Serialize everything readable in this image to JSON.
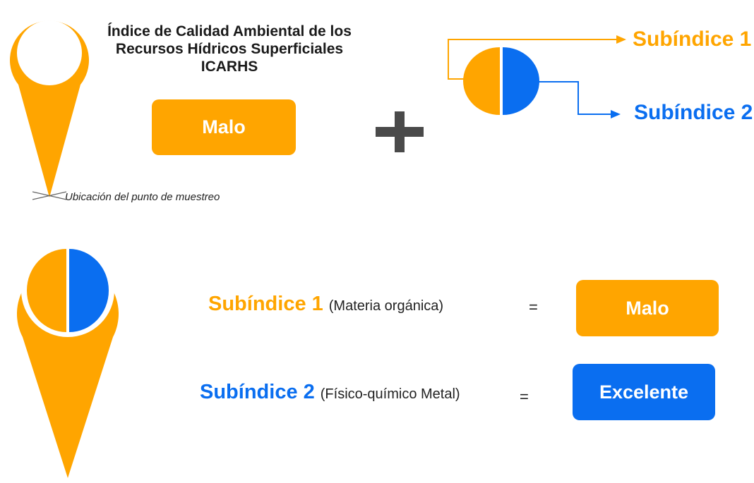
{
  "colors": {
    "orange": "#FFA500",
    "blue": "#0A6EF0",
    "plus": "#4a4a4a"
  },
  "title_lines": [
    "Índice de Calidad Ambiental de los",
    "Recursos Hídricos Superficiales",
    "ICARHS"
  ],
  "top_status": "Malo",
  "pin_caption": "Ubicación del punto de muestreo",
  "subindices": {
    "sub1_label": "Subíndice 1",
    "sub2_label": "Subíndice 2"
  },
  "legend": {
    "rows": [
      {
        "label": "Subíndice 1",
        "description": "(Materia orgánica)",
        "equals": "=",
        "status": "Malo"
      },
      {
        "label": "Subíndice 2",
        "description": "(Físico-químico  Metal)",
        "equals": "=",
        "status": "Excelente"
      }
    ]
  }
}
